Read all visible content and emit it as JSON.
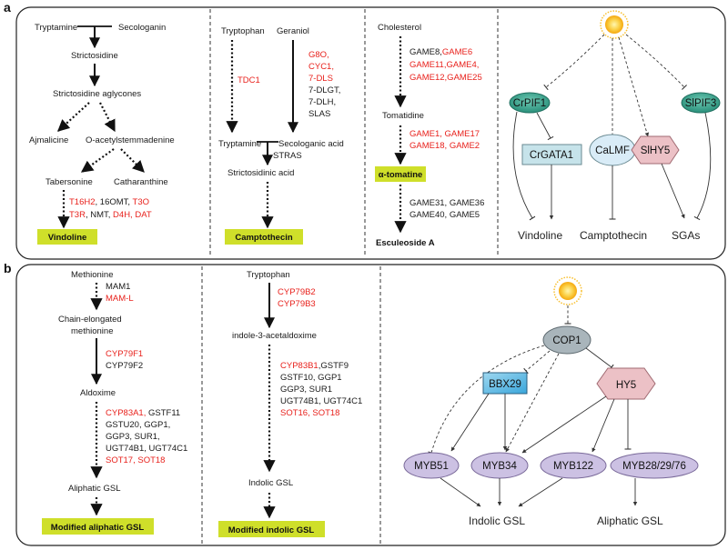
{
  "panel_a": {
    "label": "a",
    "col1": {
      "tryptamine": "Tryptamine",
      "secologanin": "Secologanin",
      "strictosidine": "Strictosidine",
      "aglycones": "Strictosidine aglycones",
      "ajmalicine": "Ajmalicine",
      "acetyl": "O-acetylstemmadenine",
      "tabersonine": "Tabersonine",
      "catharanthine": "Catharanthine",
      "enz_line1": [
        "T16H2",
        ", 16OMT, ",
        "T3O"
      ],
      "enz_line2": [
        "T3R",
        ", NMT, ",
        "D4H, DAT"
      ],
      "product": "Vindoline"
    },
    "col2": {
      "tryptophan": "Tryptophan",
      "geraniol": "Geraniol",
      "tdc1": "TDC1",
      "red_enzymes": [
        "G8O,",
        "CYC1,",
        "7-DLS"
      ],
      "black_enzymes": [
        "7-DLGT,",
        "7-DLH,",
        "SLAS"
      ],
      "tryptamine": "Tryptamine",
      "secologanic": "Secologanic acid",
      "stras": "STRAS",
      "strictosidinic": "Strictosidinic acid",
      "product": "Camptothecin"
    },
    "col3": {
      "cholesterol": "Cholesterol",
      "enz1": [
        "GAME8,",
        "GAME6"
      ],
      "enz2": "GAME11,GAME4,",
      "enz3": "GAME12,GAME25",
      "tomatidine": "Tomatidine",
      "enz4": "GAME1, GAME17",
      "enz5": "GAME18, GAME2",
      "alpha": "α-tomatine",
      "enz6": "GAME31, GAME36",
      "enz7": "GAME40, GAME5",
      "esculeoside": "Esculeoside A"
    },
    "network": {
      "crpif1": "CrPIF1",
      "slpif3": "SlPIF3",
      "crgata1": "CrGATA1",
      "calmf": "CaLMF",
      "slhy5": "SlHY5",
      "out_vindoline": "Vindoline",
      "out_camptothecin": "Camptothecin",
      "out_sgas": "SGAs"
    }
  },
  "panel_b": {
    "label": "b",
    "col1": {
      "methionine": "Methionine",
      "mam1": "MAM1",
      "maml": "MAM-L",
      "chain1": "Chain-elongated",
      "chain2": "methionine",
      "cyp79f1": "CYP79F1",
      "cyp79f2": "CYP79F2",
      "aldoxime": "Aldoxime",
      "enz_l1": [
        "CYP83A1,",
        " GSTF11"
      ],
      "enz_l2": "GSTU20, GGP1,",
      "enz_l3": "GGP3, SUR1,",
      "enz_l4": "UGT74B1, UGT74C1",
      "enz_l5": "SOT17, SOT18",
      "aliphatic": "Aliphatic GSL",
      "product": "Modified aliphatic GSL"
    },
    "col2": {
      "tryptophan": "Tryptophan",
      "cyp79b2": "CYP79B2",
      "cyp79b3": "CYP79B3",
      "iaox": "indole-3-acetaldoxime",
      "enz_l1": [
        "CYP83B1",
        ",GSTF9"
      ],
      "enz_l2": "GSTF10, GGP1",
      "enz_l3": "GGP3, SUR1",
      "enz_l4": "UGT74B1, UGT74C1",
      "enz_l5": "SOT16, SOT18",
      "indolic": "Indolic GSL",
      "product": "Modified indolic GSL"
    },
    "network": {
      "cop1": "COP1",
      "bbx29": "BBX29",
      "hy5": "HY5",
      "myb51": "MYB51",
      "myb34": "MYB34",
      "myb122": "MYB122",
      "myb28": "MYB28/29/76",
      "out_indolic": "Indolic GSL",
      "out_aliphatic": "Aliphatic GSL"
    }
  },
  "colors": {
    "red_enzyme": "#e8211c",
    "highlight_box": "#cfdf2a",
    "pif_fill": "#3aa893",
    "gata_fill": "#c6e3ea",
    "lmf_fill": "#d9ecf7",
    "hy5_fill": "#ecc1c6",
    "cop1_fill": "#a9b5bb",
    "bbx29_fill": "#6ec0e6",
    "myb_fill": "#ccc1e3",
    "sun": "#f8b81e"
  }
}
